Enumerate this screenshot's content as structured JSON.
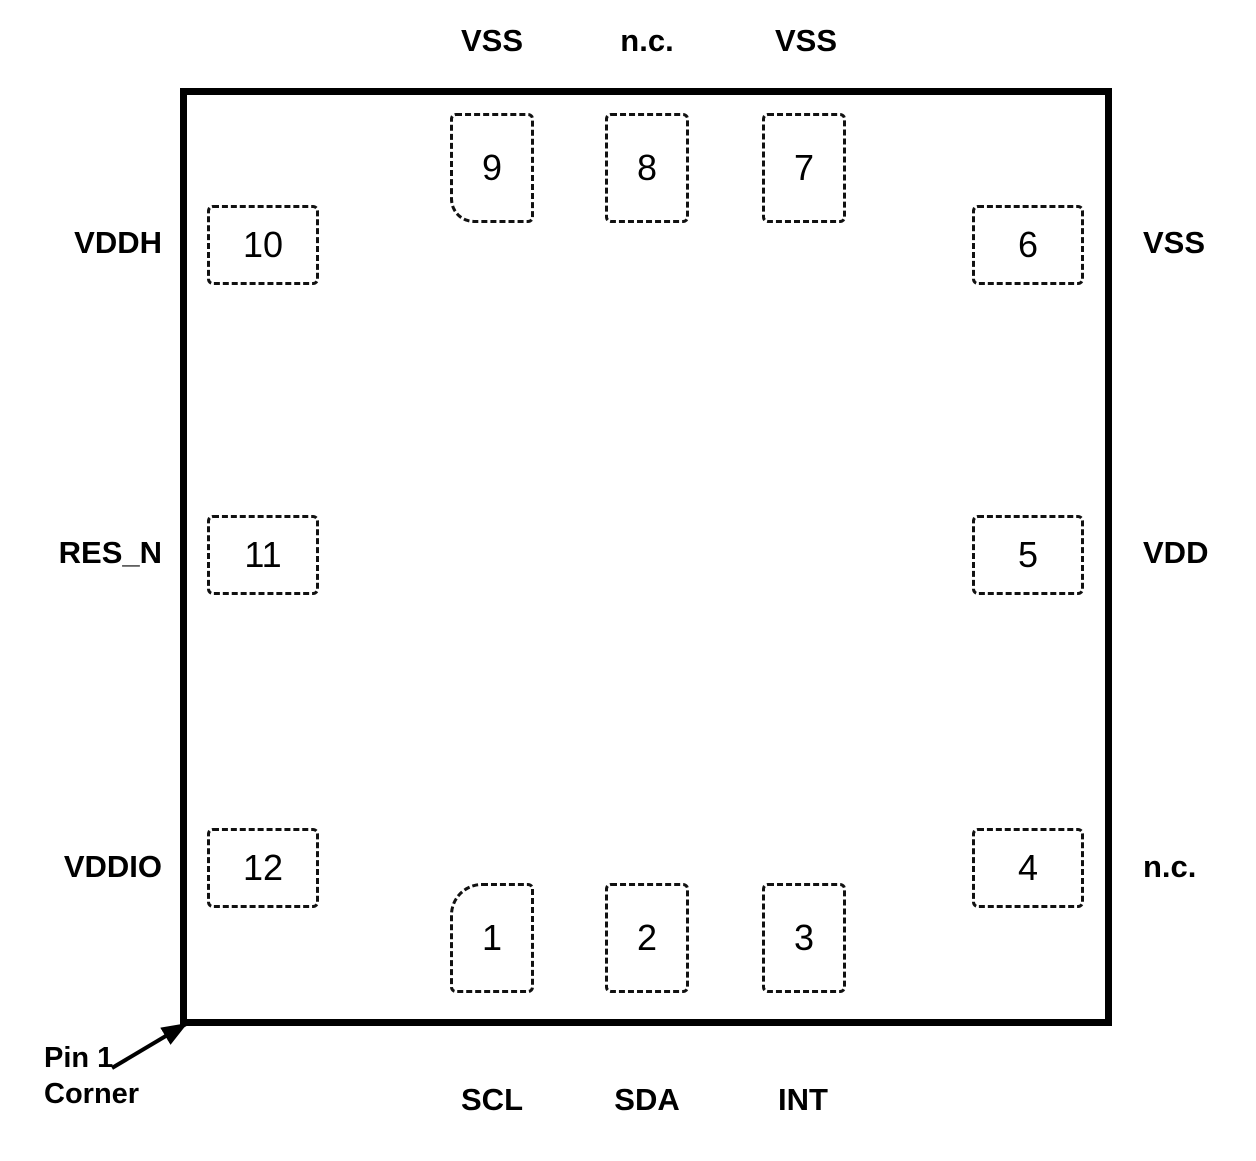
{
  "diagram": {
    "pin1_note_line1": "Pin 1",
    "pin1_note_line2": "Corner"
  },
  "pins": {
    "top": [
      {
        "number": "9",
        "label": "VSS"
      },
      {
        "number": "8",
        "label": "n.c."
      },
      {
        "number": "7",
        "label": "VSS"
      }
    ],
    "right": [
      {
        "number": "6",
        "label": "VSS"
      },
      {
        "number": "5",
        "label": "VDD"
      },
      {
        "number": "4",
        "label": "n.c."
      }
    ],
    "bottom": [
      {
        "number": "1",
        "label": "SCL"
      },
      {
        "number": "2",
        "label": "SDA"
      },
      {
        "number": "3",
        "label": "INT"
      }
    ],
    "left": [
      {
        "number": "10",
        "label": "VDDH"
      },
      {
        "number": "11",
        "label": "RES_N"
      },
      {
        "number": "12",
        "label": "VDDIO"
      }
    ]
  },
  "colors": {
    "outline": "#000000",
    "text": "#000000",
    "background": "#ffffff"
  }
}
